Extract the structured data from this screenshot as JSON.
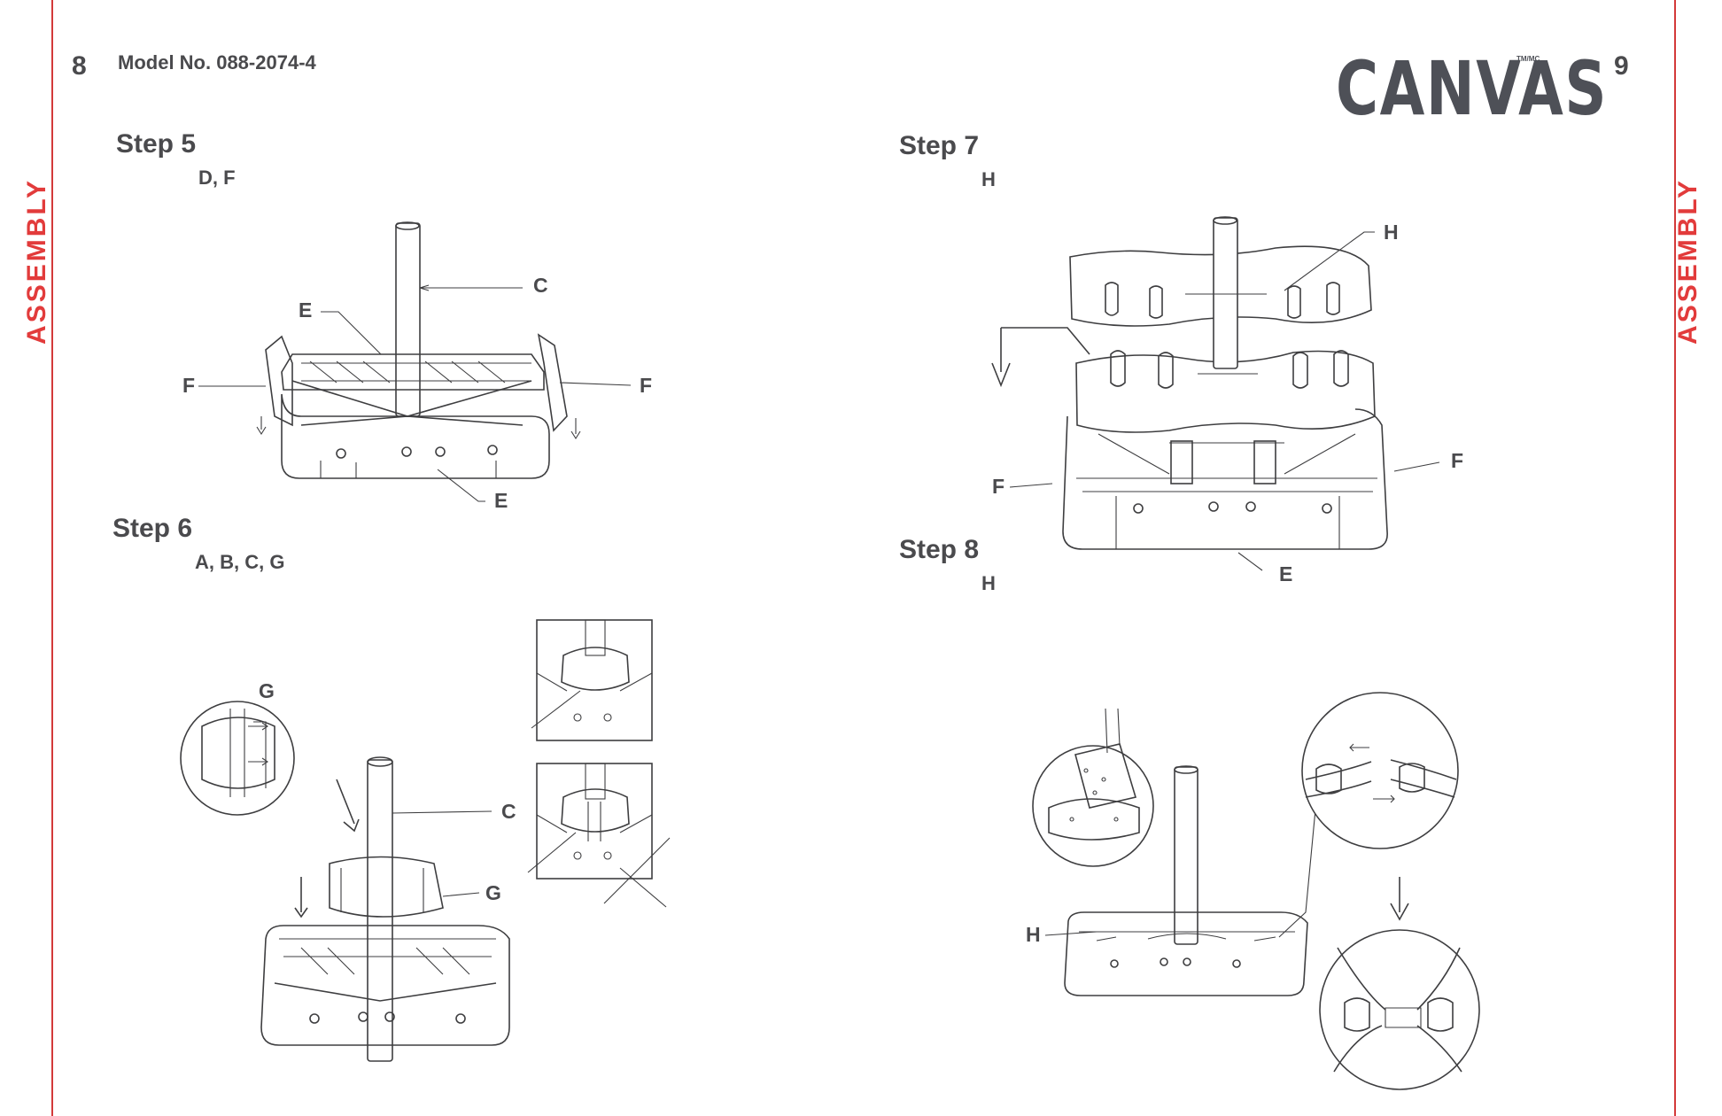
{
  "left_page": {
    "number": "8",
    "model": "Model No. 088-2074-4",
    "tab": "ASSEMBLY"
  },
  "right_page": {
    "number": "9",
    "brand": "CANVAS",
    "trademark": "TM/MC",
    "tab": "ASSEMBLY"
  },
  "steps": [
    {
      "title": "Step 5",
      "parts": "D, F",
      "callouts": [
        "C",
        "E",
        "F",
        "F",
        "E"
      ]
    },
    {
      "title": "Step 6",
      "parts": "A, B, C, G",
      "callouts": [
        "G",
        "C",
        "G"
      ]
    },
    {
      "title": "Step 7",
      "parts": "H",
      "callouts": [
        "H",
        "F",
        "F",
        "E"
      ]
    },
    {
      "title": "Step 8",
      "parts": "H",
      "callouts": [
        "H"
      ]
    }
  ],
  "colors": {
    "accent": "#e23b3b",
    "text": "#4a4a4d"
  }
}
